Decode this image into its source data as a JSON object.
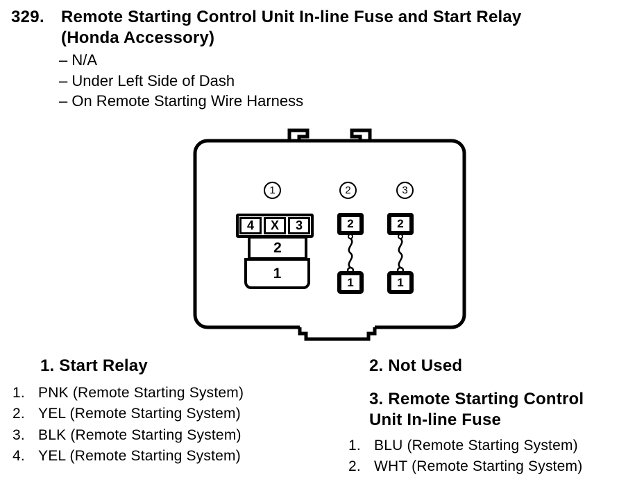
{
  "colors": {
    "ink": "#000000",
    "paper": "#ffffff"
  },
  "header": {
    "number": "329.",
    "title_line1": "Remote Starting Control Unit In-line Fuse and Start Relay",
    "title_line2": "(Honda Accessory)",
    "details": [
      "– N/A",
      "– Under Left Side of Dash",
      "– On Remote Starting Wire Harness"
    ]
  },
  "diagram": {
    "connectors": [
      {
        "label": "1",
        "cells": [
          "4",
          "X",
          "3"
        ],
        "row2": "2",
        "row1": "1"
      },
      {
        "label": "2",
        "top_pin": "2",
        "bottom_pin": "1"
      },
      {
        "label": "3",
        "top_pin": "2",
        "bottom_pin": "1"
      }
    ]
  },
  "legend": {
    "left": {
      "heading": "1. Start Relay",
      "items": [
        {
          "num": "1.",
          "text": "PNK (Remote Starting System)"
        },
        {
          "num": "2.",
          "text": "YEL (Remote Starting System)"
        },
        {
          "num": "3.",
          "text": "BLK (Remote Starting System)"
        },
        {
          "num": "4.",
          "text": "YEL (Remote Starting System)"
        }
      ]
    },
    "right": {
      "heading_not_used": "2. Not Used",
      "heading_fuse_line1": "3. Remote Starting Control",
      "heading_fuse_line2": "Unit In-line Fuse",
      "items": [
        {
          "num": "1.",
          "text": "BLU (Remote Starting System)"
        },
        {
          "num": "2.",
          "text": "WHT (Remote Starting System)"
        }
      ]
    }
  }
}
